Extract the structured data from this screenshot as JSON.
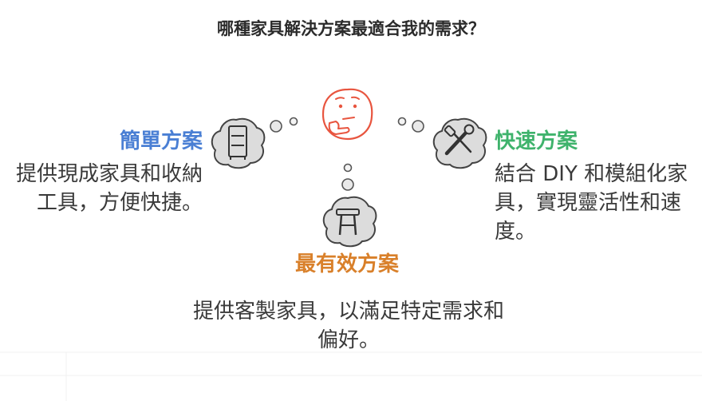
{
  "title": "哪種家具解決方案最適合我的需求？",
  "options": {
    "left": {
      "heading": "簡單方案",
      "description": "提供現成家具和收納工具，方便快捷。",
      "color": "#4a7fd4",
      "icon": "cabinet-icon"
    },
    "right": {
      "heading": "快速方案",
      "description": "結合 DIY 和模組化家具，實現靈活性和速度。",
      "color": "#3fb36c",
      "icon": "wrench-screwdriver-icon"
    },
    "bottom": {
      "heading": "最有效方案",
      "description": "提供客製家具，以滿足特定需求和偏好。",
      "color": "#d9802a",
      "icon": "stool-icon"
    }
  },
  "center_icon": "thinking-face-icon",
  "center_color": "#e8553f"
}
